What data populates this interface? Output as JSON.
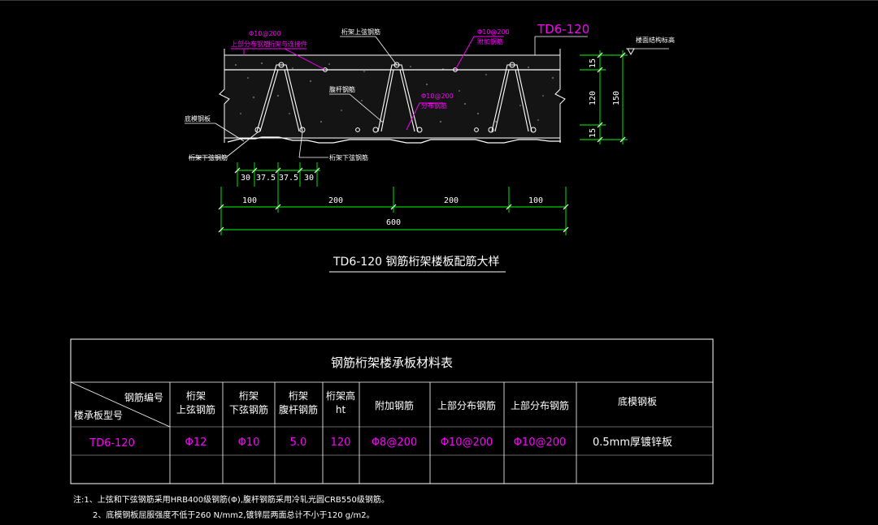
{
  "drawing": {
    "callouts": {
      "top_left_spec": "Φ10@200",
      "top_left_name": "上部分布钢筋",
      "top_left_note": "桁架与连接件",
      "top_chord": "桁架上弦钢筋",
      "top_right_spec": "Φ10@200",
      "top_right_name": "附加钢筋",
      "web_bar": "腹杆钢筋",
      "mid_spec": "Φ10@200",
      "mid_name": "分布钢筋",
      "bottom_plate": "底模钢板",
      "bottom_chord_left": "桁架下弦钢筋",
      "bottom_chord_right": "桁架下弦钢筋",
      "slab_tag": "TD6-120",
      "top_elevation": "楼面结构标高"
    },
    "vertical_dims": {
      "top": "15",
      "mid": "120",
      "bottom": "15",
      "total": "150"
    },
    "small_dims": [
      "30",
      "37.5",
      "37.5",
      "30"
    ],
    "span_dims": [
      "100",
      "200",
      "200",
      "100"
    ],
    "total_dim": "600",
    "title": "TD6-120 钢筋桁架楼板配筋大样"
  },
  "table": {
    "title": "钢筋桁架楼承板材料表",
    "diag_top": "钢筋编号",
    "diag_bottom": "楼承板型号",
    "headers": [
      [
        "桁架",
        "上弦钢筋"
      ],
      [
        "桁架",
        "下弦钢筋"
      ],
      [
        "桁架",
        "腹杆钢筋"
      ],
      [
        "桁架高",
        "ht"
      ],
      [
        "附加钢筋"
      ],
      [
        "上部分布钢筋"
      ],
      [
        "上部分布钢筋"
      ],
      [
        "底模钢板"
      ]
    ],
    "row": {
      "model": "TD6-120",
      "cells": [
        "Φ12",
        "Φ10",
        "5.0",
        "120",
        "Φ8@200",
        "Φ10@200",
        "Φ10@200",
        "0.5mm厚镀锌板"
      ]
    }
  },
  "notes": [
    "注:1、上弦和下弦钢筋采用HRB400级钢筋(Φ),腹杆钢筋采用冷轧光圆CRB550级钢筋。",
    "2、底模钢板屈服强度不低于260 N/mm2,镀锌层两面总计不小于120 g/m2。"
  ],
  "colors": {
    "background": "#000000",
    "white": "#ffffff",
    "magenta": "#ff00ff",
    "green": "#00ff00",
    "gray": "#8c8c8c"
  }
}
